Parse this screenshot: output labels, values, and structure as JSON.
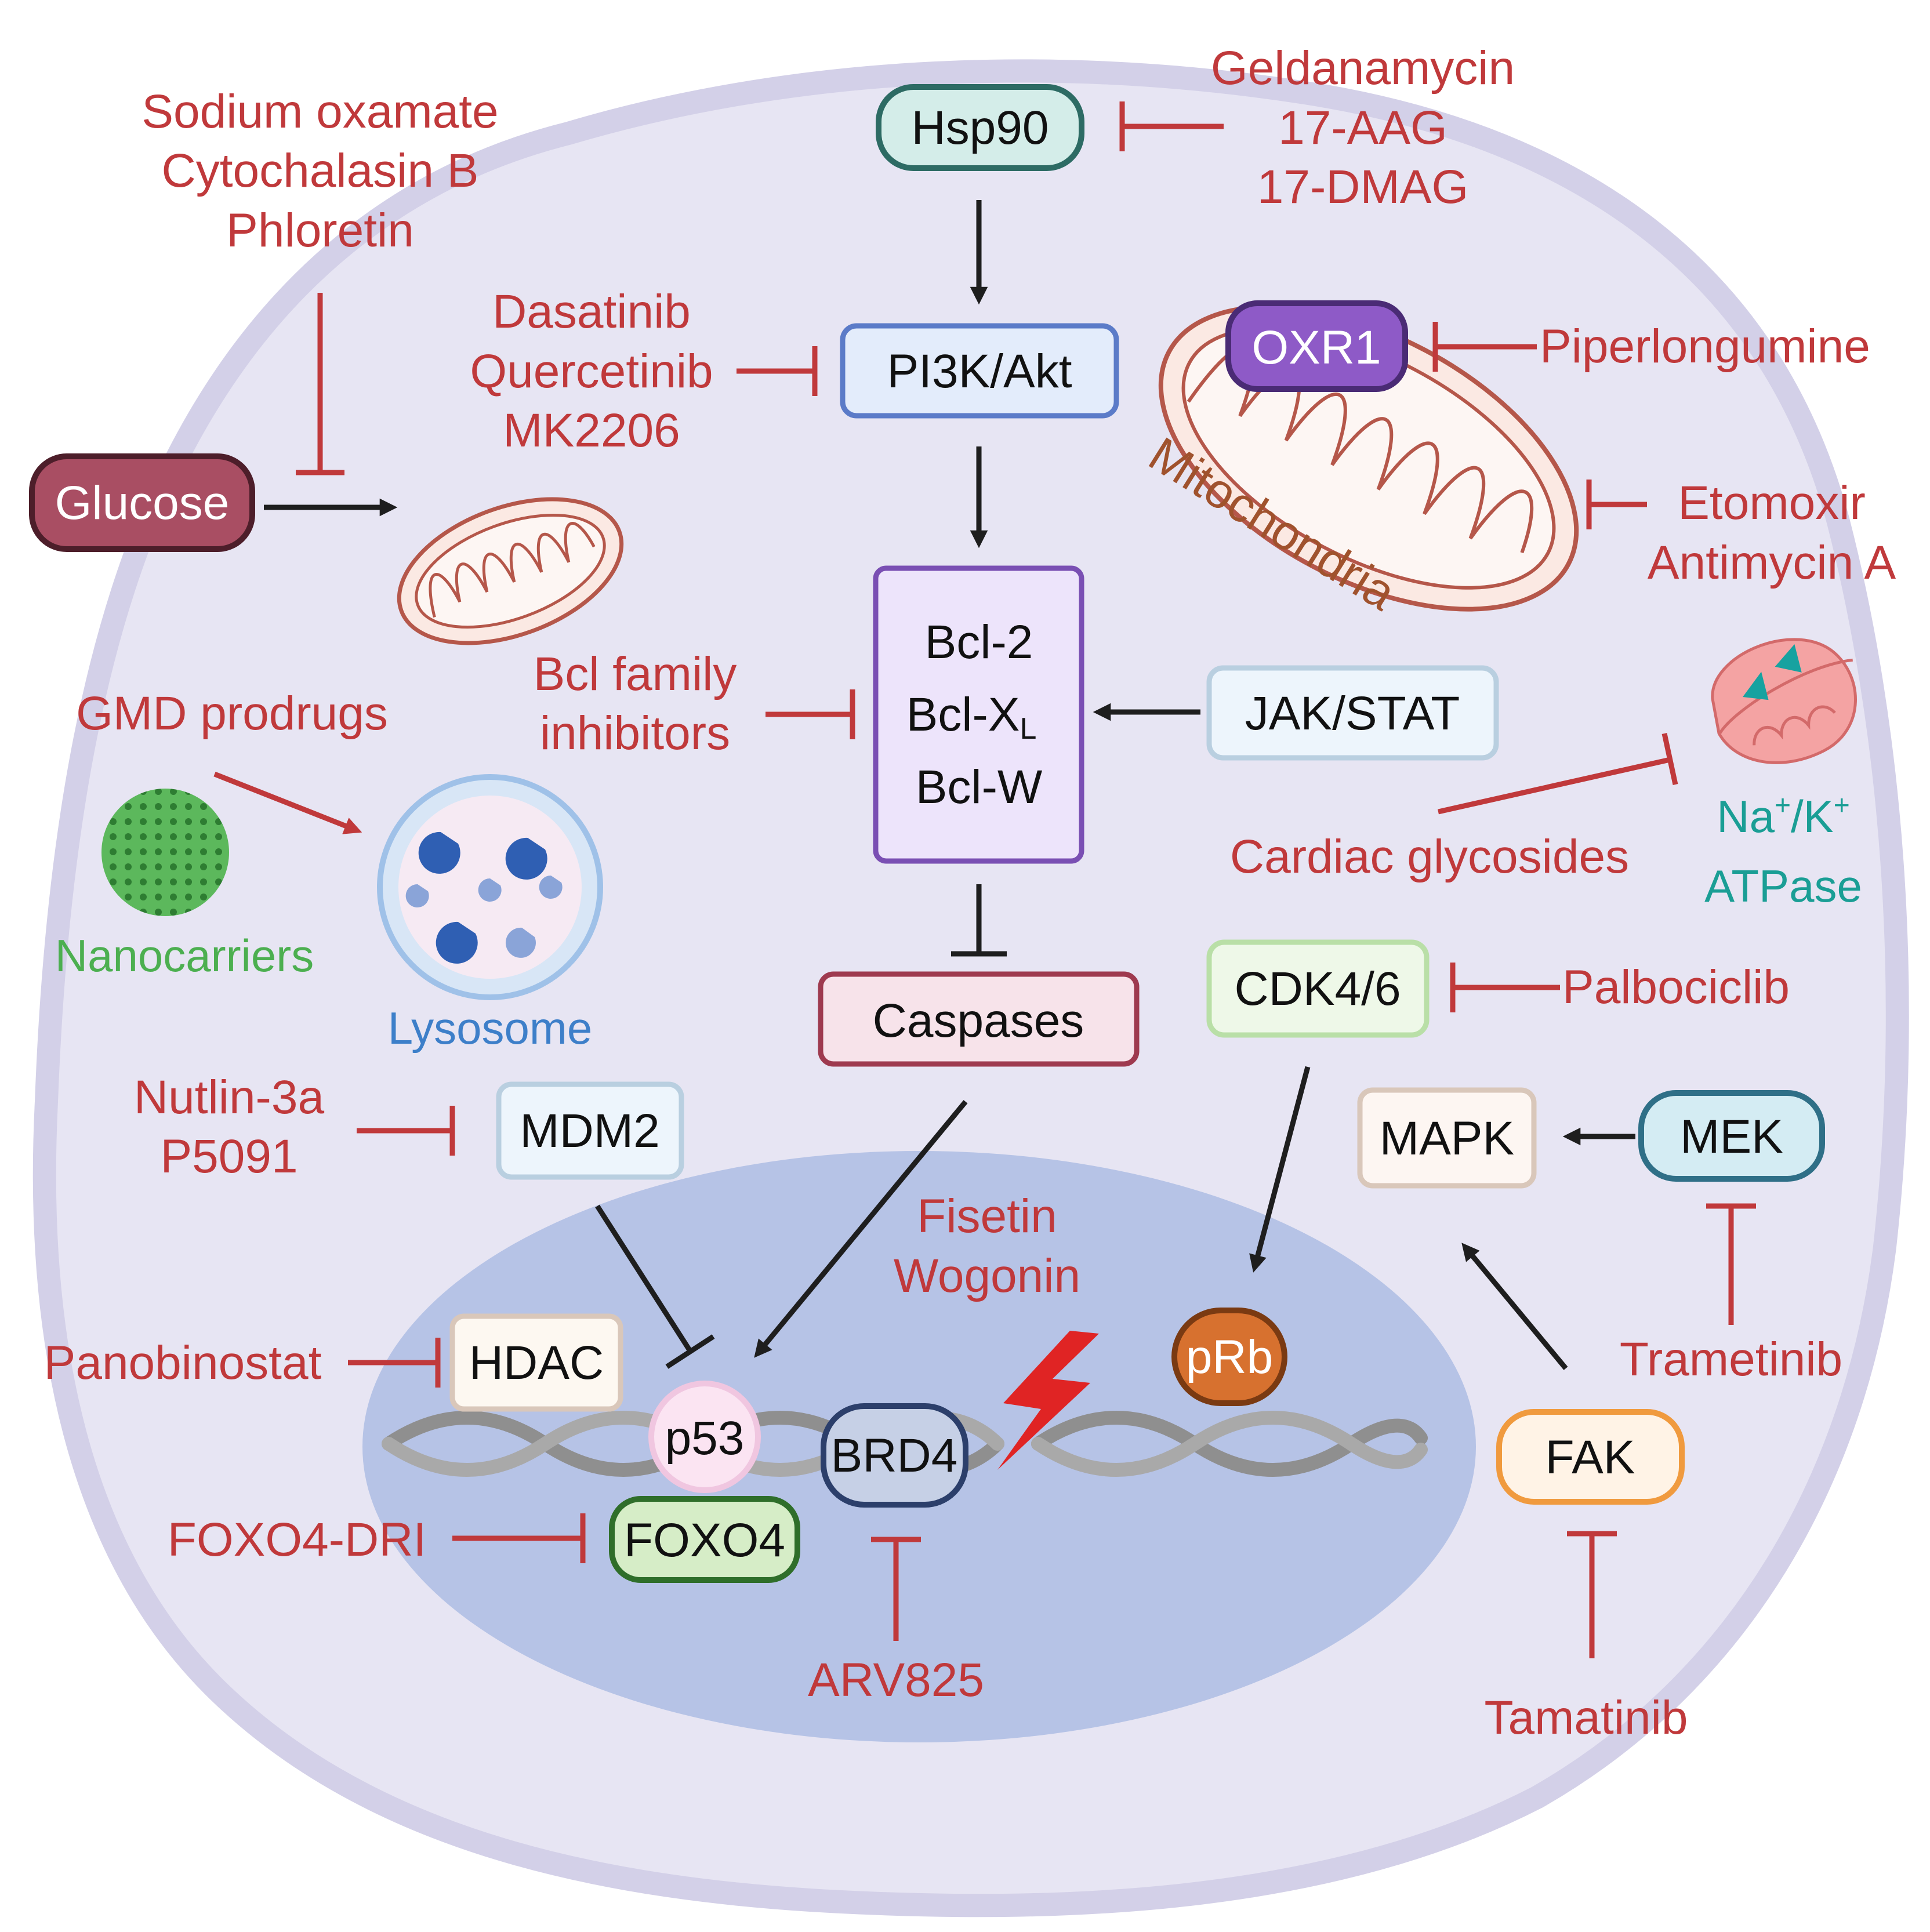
{
  "colors": {
    "drug": "#c0393b",
    "nanocarrier": "#4caf50",
    "lysosome": "#3d7fc9",
    "mitochondria_label": "#a0522d",
    "atpase": "#1a9e95",
    "cell": "#e7e5f3",
    "nucleus": "#b6c3e6"
  },
  "nodes": {
    "hsp90": "Hsp90",
    "pi3k": "PI3K/Akt",
    "oxr1": "OXR1",
    "glucose": "Glucose",
    "bcl": {
      "line1": "Bcl-2",
      "line2_main": "Bcl-X",
      "line2_sub": "L",
      "line3": "Bcl-W"
    },
    "jakstat": "JAK/STAT",
    "caspases": "Caspases",
    "cdk46": "CDK4/6",
    "mapk": "MAPK",
    "mek": "MEK",
    "mdm2": "MDM2",
    "hdac": "HDAC",
    "p53": "p53",
    "brd4": "BRD4",
    "foxo4": "FOXO4",
    "prb": "pRb",
    "fak": "FAK"
  },
  "labels": {
    "mitochondria": "Mitochondria",
    "nanocarriers": "Nanocarriers",
    "lysosome": "Lysosome",
    "atpase": {
      "line1_a": "Na",
      "sup1": "+",
      "line1_b": "/K",
      "sup2": "+",
      "line2": "ATPase"
    }
  },
  "drugs": {
    "hsp90_inhibitors": [
      "Geldanamycin",
      "17-AAG",
      "17-DMAG"
    ],
    "glycolysis_inhibitors": [
      "Sodium oxamate",
      "Cytochalasin B",
      "Phloretin"
    ],
    "pi3k_inhibitors": [
      "Dasatinib",
      "Quercetinib",
      "MK2206"
    ],
    "oxr1_inhibitor": "Piperlongumine",
    "mito_inhibitors": [
      "Etomoxir",
      "Antimycin A"
    ],
    "bcl_inhibitors": [
      "Bcl family",
      "inhibitors"
    ],
    "gmd": "GMD prodrugs",
    "cardiac": "Cardiac glycosides",
    "cdk_inhibitor": "Palbociclib",
    "mdm2_inhibitors": [
      "Nutlin-3a",
      "P5091"
    ],
    "flavonoids": [
      "Fisetin",
      "Wogonin"
    ],
    "hdac_inhibitor": "Panobinostat",
    "mek_inhibitor": "Trametinib",
    "foxo4_inhibitor": "FOXO4-DRI",
    "brd4_degrader": "ARV825",
    "fak_inhibitor": "Tamatinib"
  }
}
